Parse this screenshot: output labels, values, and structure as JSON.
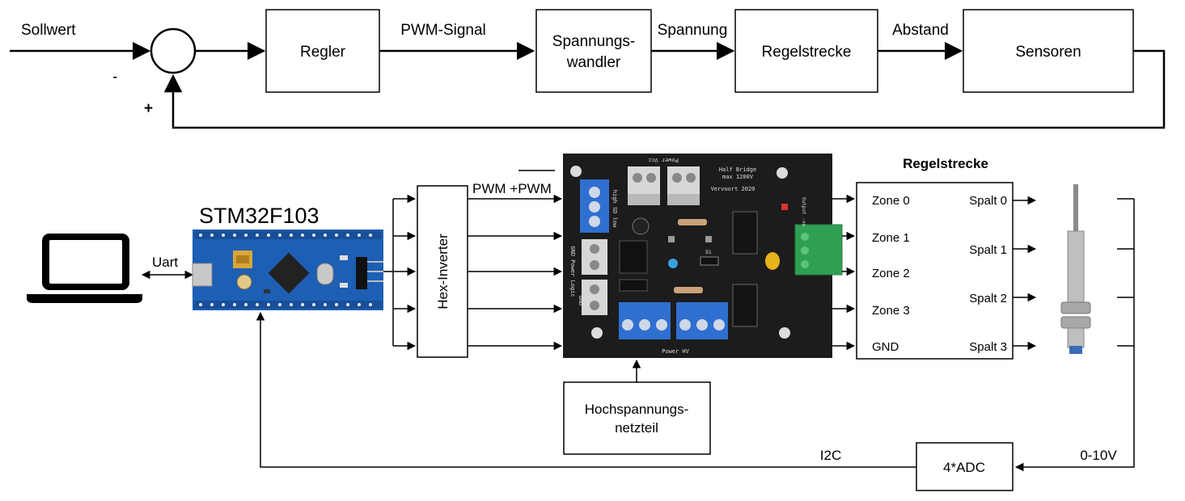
{
  "top_loop": {
    "input_label": "Sollwert",
    "minus_sign": "-",
    "plus_sign": "+",
    "regler": "Regler",
    "pwm_signal": "PWM-Signal",
    "wandler_line1": "Spannungs-",
    "wandler_line2": "wandler",
    "spannung": "Spannung",
    "regelstrecke": "Regelstrecke",
    "abstand": "Abstand",
    "sensoren": "Sensoren"
  },
  "hardware": {
    "mcu_title": "STM32F103",
    "uart": "Uart",
    "hex_inverter": "Hex-Inverter",
    "pwm_label": "PWM +PWM",
    "board": {
      "title_line1": "Half Bridge",
      "title_line2": "max 1200V",
      "author": "Vervoort 2020",
      "power_vcc": "Power Vcc",
      "power_hv": "Power HV",
      "high_sd_low": "high SD low",
      "gnd_power_logic": "GND Power Logic",
      "gnd": "GND",
      "output_neg": "Output -ve",
      "d1": "D1"
    },
    "hv_supply_line1": "Hochspannungs-",
    "hv_supply_line2": "netzteil",
    "plant_title": "Regelstrecke",
    "zones": [
      "Zone 0",
      "Zone 1",
      "Zone 2",
      "Zone 3",
      "GND"
    ],
    "gaps": [
      "Spalt 0",
      "Spalt 1",
      "Spalt 2",
      "Spalt 3"
    ],
    "adc": "4*ADC",
    "i2c": "I2C",
    "voltage_range": "0-10V"
  },
  "colors": {
    "line": "#000000",
    "pcb_blue": "#1d5fb4",
    "board_black": "#1c1c1c",
    "terminal_blue": "#2f6fd0",
    "terminal_green": "#2fa052",
    "header_gold": "#d8a73a"
  }
}
